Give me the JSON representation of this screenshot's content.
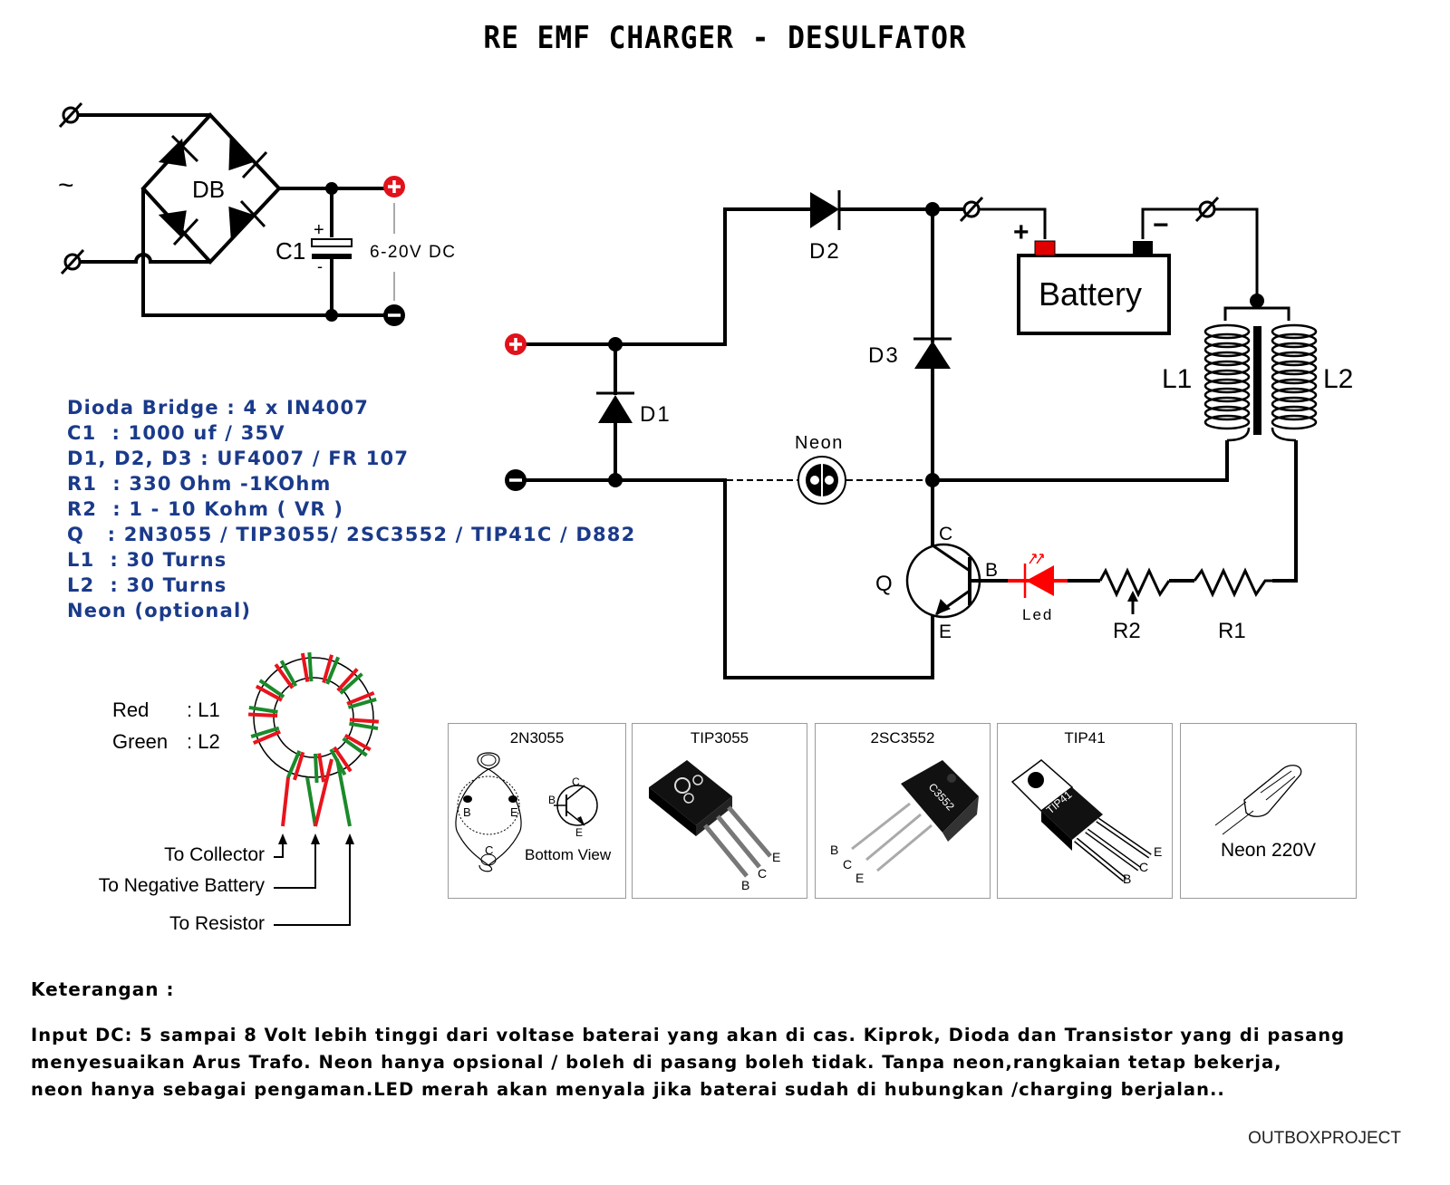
{
  "title": "RE EMF CHARGER - DESULFATOR",
  "power_supply": {
    "bridge_label": "DB",
    "capacitor_label": "C1",
    "cap_plus": "+",
    "cap_minus": "-",
    "output_label": "6-20V DC",
    "ac_symbol": "~",
    "plus_terminal": "+",
    "minus_terminal": "−"
  },
  "circuit": {
    "d1": "D1",
    "d2": "D2",
    "d3": "D3",
    "neon": "Neon",
    "battery": "Battery",
    "battery_plus": "+",
    "battery_minus": "−",
    "l1": "L1",
    "l2": "L2",
    "q": "Q",
    "collector": "C",
    "base": "B",
    "emitter": "E",
    "led": "Led",
    "r1": "R1",
    "r2": "R2",
    "colors": {
      "terminal_positive": "#e0121b",
      "led": "#ff0000",
      "battery_positive_post": "#e00000",
      "battery_negative_post": "#000000"
    }
  },
  "parts_list": [
    "Dioda Bridge : 4 x IN4007",
    "C1  : 1000 uf / 35V",
    "D1, D2, D3 : UF4007 / FR 107",
    "R1  : 330 Ohm -1KOhm",
    "R2  : 1 - 10 Kohm ( VR )",
    "Q   : 2N3055 / TIP3055/ 2SC3552 / TIP41C / D882",
    "L1  : 30 Turns",
    "L2  : 30 Turns",
    "Neon (optional)"
  ],
  "parts_list_color": "#1a3a8a",
  "toroid": {
    "legend": [
      {
        "name": "Red",
        "coil": ": L1",
        "color": "#e8141c"
      },
      {
        "name": "Green",
        "coil": ": L2",
        "color": "#1a8a2a"
      }
    ],
    "leads": [
      "To Collector",
      "To Negative Battery",
      "To Resistor"
    ]
  },
  "components": [
    {
      "name": "2N3055",
      "pins": [
        "B",
        "E",
        "C"
      ],
      "symbol_pins": [
        "C",
        "B",
        "E"
      ],
      "caption": "Bottom View"
    },
    {
      "name": "TIP3055",
      "pins": [
        "E",
        "C",
        "B"
      ]
    },
    {
      "name": "2SC3552",
      "pins": [
        "B",
        "C",
        "E"
      ],
      "marking": "C3552"
    },
    {
      "name": "TIP41",
      "pins": [
        "E",
        "C",
        "B"
      ],
      "marking": "TIP41"
    },
    {
      "name": "",
      "caption": "Neon 220V"
    }
  ],
  "notes": {
    "heading": "Keterangan :",
    "lines": [
      "Input DC: 5 sampai 8 Volt lebih tinggi dari voltase baterai yang akan di cas. Kiprok, Dioda dan Transistor yang di pasang",
      "menyesuaikan Arus Trafo. Neon hanya opsional / boleh di pasang boleh tidak. Tanpa neon,rangkaian tetap bekerja,",
      "neon hanya sebagai pengaman.LED merah akan menyala jika baterai sudah di hubungkan /charging berjalan.."
    ]
  },
  "credit": "OUTBOXPROJECT"
}
